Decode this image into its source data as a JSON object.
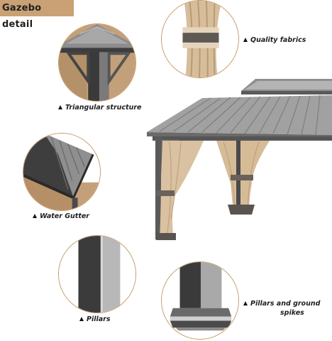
{
  "header": {
    "title": "Gazebo detail"
  },
  "features": {
    "quality_fabrics": "Quality fabrics",
    "triangular_structure": "Triangular structure",
    "water_gutter": "Water Gutter",
    "pillars": "Pillars",
    "pillars_ground_spikes_line1": "Pillars and ground",
    "pillars_ground_spikes_line2": "spikes"
  },
  "icons": [
    "triangle-bullet-icon"
  ],
  "colors": {
    "accent": "#c9a175",
    "circle_border": "#c29a6c",
    "frame": "#5a5a5a",
    "roof": "#9a9a9a",
    "curtain": "#d9c1a1"
  }
}
